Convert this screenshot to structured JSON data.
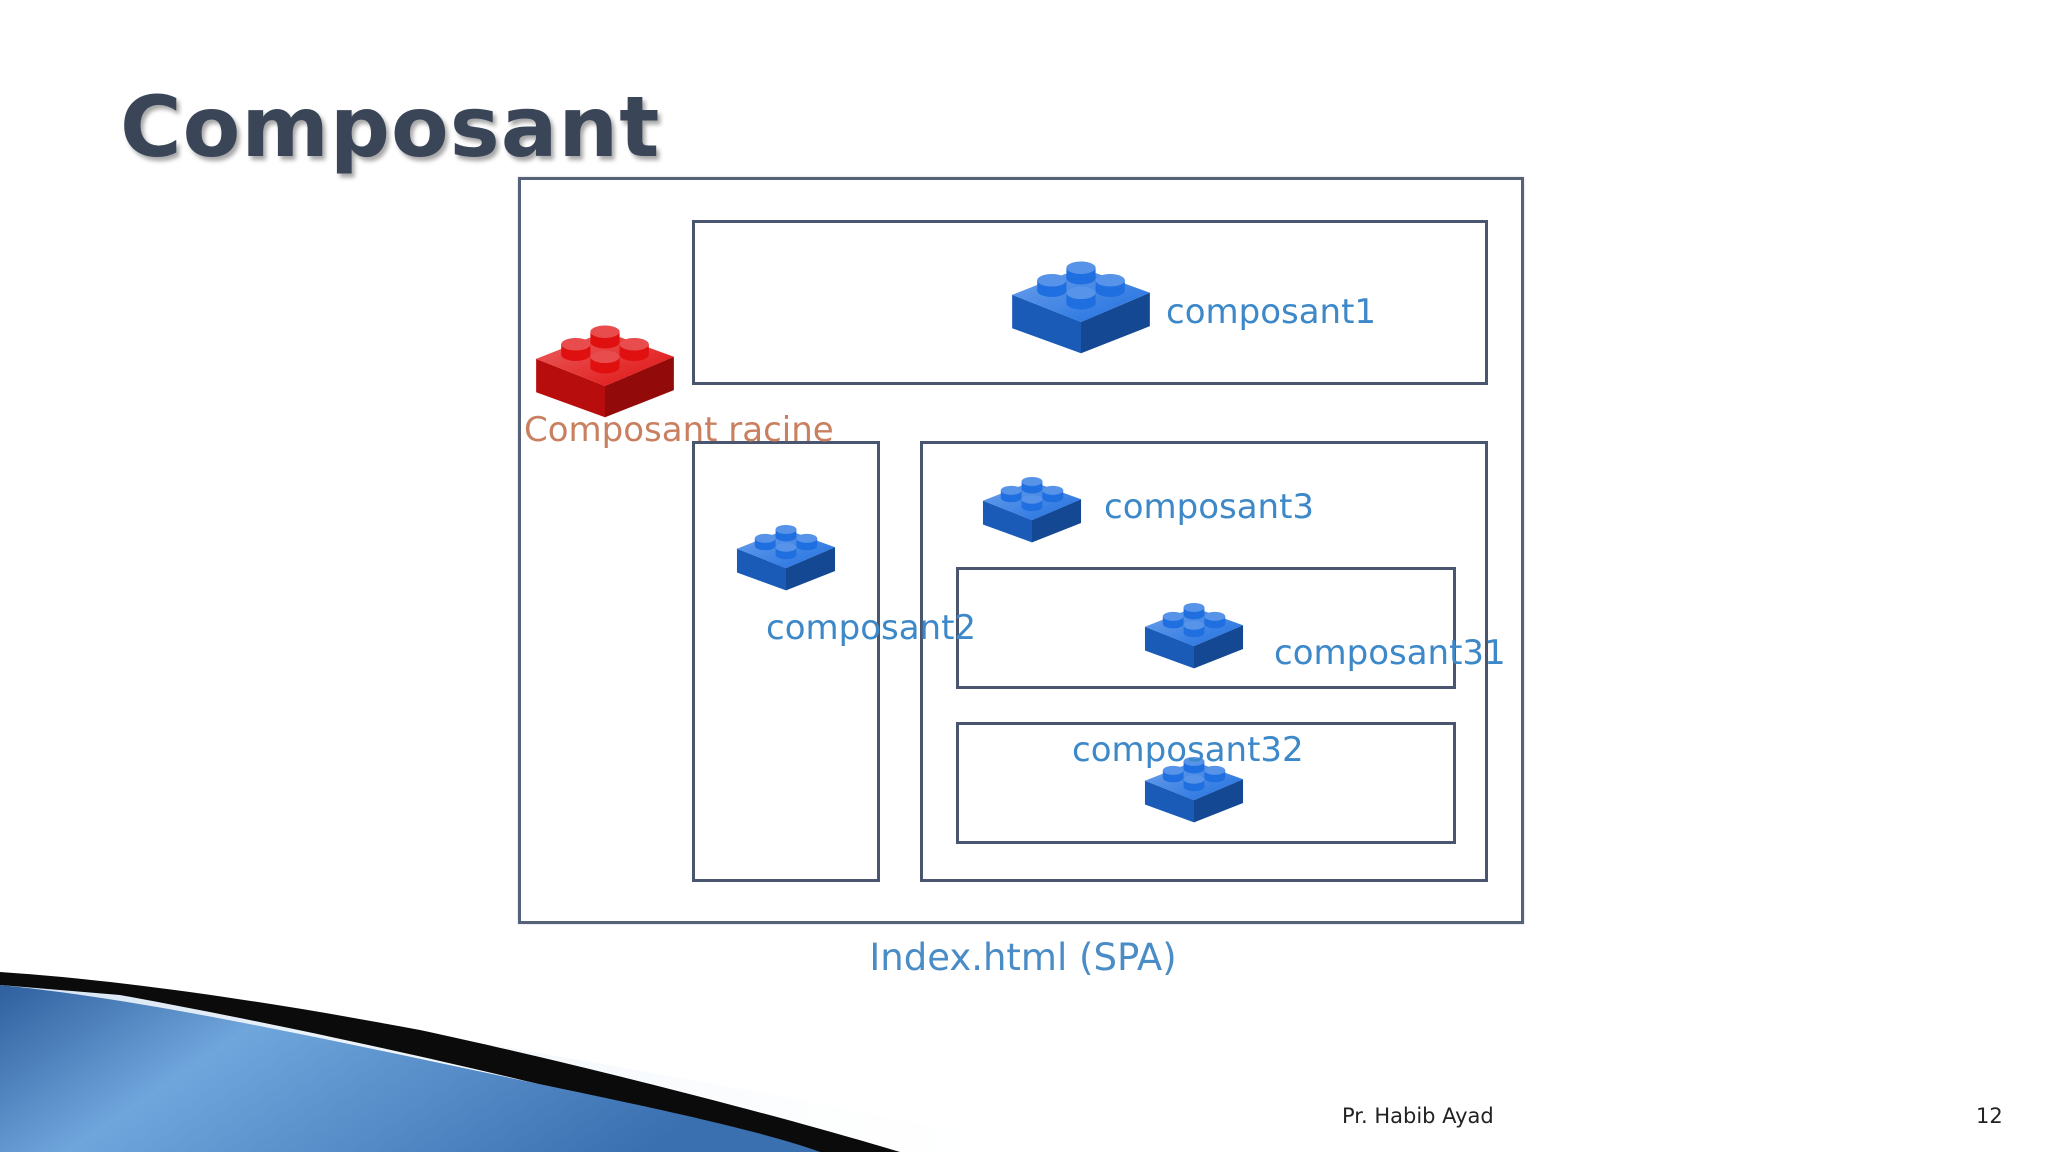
{
  "slide": {
    "title": "Composant",
    "author": "Pr. Habib Ayad",
    "page_number": "12"
  },
  "diagram": {
    "caption": "Index.html (SPA)",
    "components": {
      "root": "Composant racine",
      "c1": "composant1",
      "c2": "composant2",
      "c3": "composant3",
      "c31": "composant31",
      "c32": "composant32"
    },
    "colors": {
      "root_brick": "#e01010",
      "child_brick": "#1f6fe0",
      "box_border": "#4a5670",
      "label": "#3d88c8",
      "root_label": "#c98060"
    }
  }
}
